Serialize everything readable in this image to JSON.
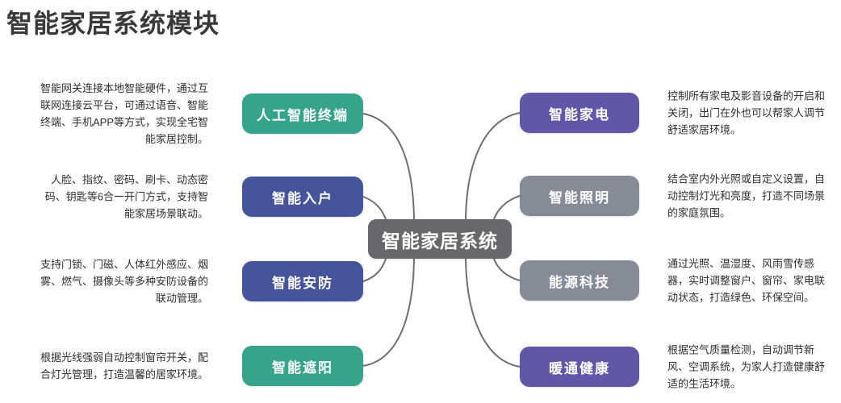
{
  "title": "智能家居系统模块",
  "connector_color": "#6f6f6f",
  "center": {
    "label": "智能家居系统",
    "color": "#68686c"
  },
  "left_branches": [
    {
      "label": "人工智能终端",
      "color": "#36a48c",
      "description": "智能网关连接本地智能硬件，通过互联网连接云平台，可通过语音、智能终端、手机APP等方式，实现全宅智能家居控制。"
    },
    {
      "label": "智能入户",
      "color": "#46559b",
      "description": "人脸、指纹、密码、刷卡、动态密码、钥匙等6合一开门方式，支持智能家居场景联动。"
    },
    {
      "label": "智能安防",
      "color": "#46559b",
      "description": "支持门锁、门磁、人体红外感应、烟雾、燃气、摄像头等多种安防设备的联动管理。"
    },
    {
      "label": "智能遮阳",
      "color": "#36a48c",
      "description": "根据光线强弱自动控制窗帘开关，配合灯光管理，打造温馨的居家环境。"
    }
  ],
  "right_branches": [
    {
      "label": "智能家电",
      "color": "#6057a8",
      "description": "控制所有家电及影音设备的开启和关闭，出门在外也可以帮家人调节舒适家居环境。"
    },
    {
      "label": "智能照明",
      "color": "#858b97",
      "description": "结合室内外光照或自定义设置，自动控制灯光和亮度，打造不同场景的家庭氛围。"
    },
    {
      "label": "能源科技",
      "color": "#858b97",
      "description": "通过光照、温湿度、风雨雪传感器，实时调整窗户、窗帘、家电联动状态，打造绿色、环保空间。"
    },
    {
      "label": "暖通健康",
      "color": "#6057a8",
      "description": "根据空气质量检测，自动调节新风、空调系统，为家人打造健康舒适的生活环境。"
    }
  ]
}
